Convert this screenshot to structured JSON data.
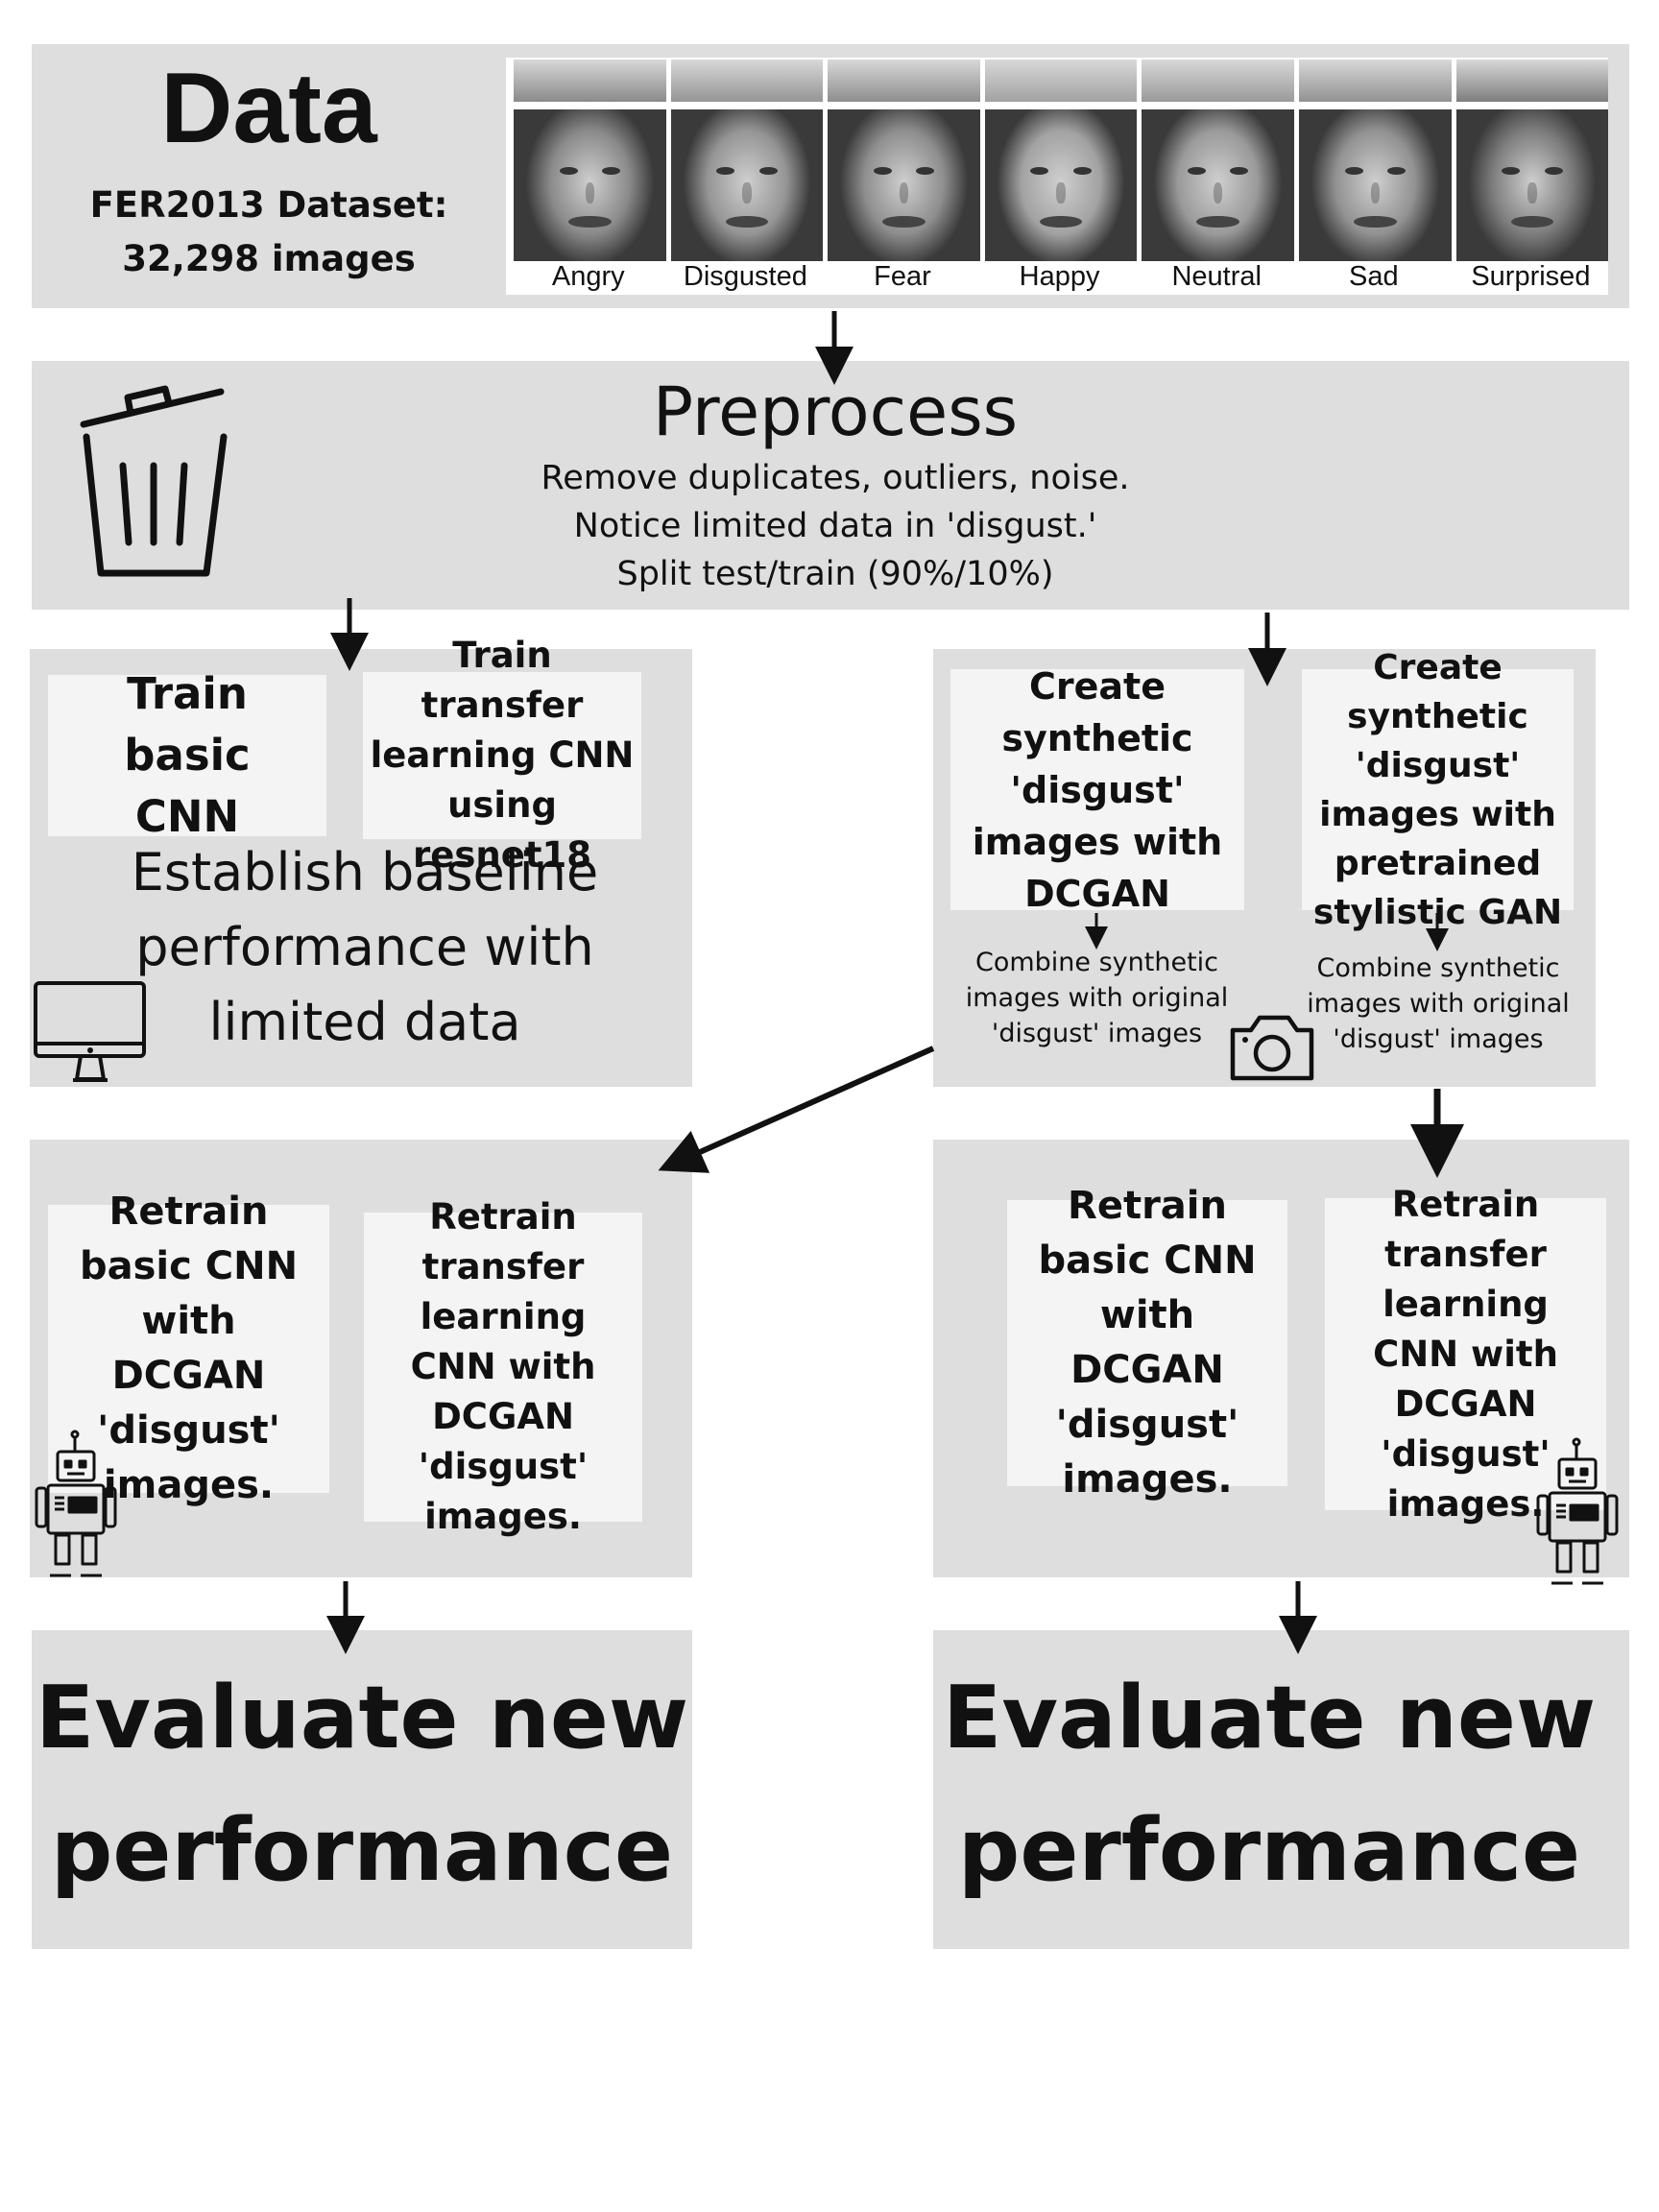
{
  "data_panel": {
    "title": "Data",
    "dataset_line1": "FER2013 Dataset:",
    "dataset_line2": "32,298 images",
    "emotions": [
      "Angry",
      "Disgusted",
      "Fear",
      "Happy",
      "Neutral",
      "Sad",
      "Surprised"
    ]
  },
  "preprocess": {
    "title": "Preprocess",
    "line1": "Remove duplicates, outliers, noise.",
    "line2": "Notice limited data in 'disgust.'",
    "line3": "Split test/train (90%/10%)"
  },
  "baseline": {
    "card_basic": "Train basic CNN",
    "card_transfer": "Train transfer learning CNN using resnet18",
    "caption": "Establish baseline performance with limited data"
  },
  "synthetic": {
    "card_dcgan": "Create synthetic 'disgust' images with DCGAN",
    "card_stylegan": "Create synthetic 'disgust' images with pretrained stylistic GAN",
    "combine_left": "Combine synthetic images with original 'disgust' images",
    "combine_right": "Combine synthetic images with original 'disgust' images"
  },
  "retrain_left": {
    "card_basic": "Retrain basic CNN with DCGAN 'disgust' images.",
    "card_transfer": "Retrain transfer learning CNN with DCGAN 'disgust' images."
  },
  "retrain_right": {
    "card_basic": "Retrain basic CNN with DCGAN 'disgust' images.",
    "card_transfer": "Retrain transfer learning CNN with DCGAN 'disgust' images."
  },
  "evaluate_left": {
    "line1": "Evaluate new",
    "line2": "performance"
  },
  "evaluate_right": {
    "line1": "Evaluate new",
    "line2": "performance"
  },
  "icons": [
    "trash-can-icon",
    "computer-monitor-icon",
    "camera-icon",
    "robot-icon"
  ]
}
